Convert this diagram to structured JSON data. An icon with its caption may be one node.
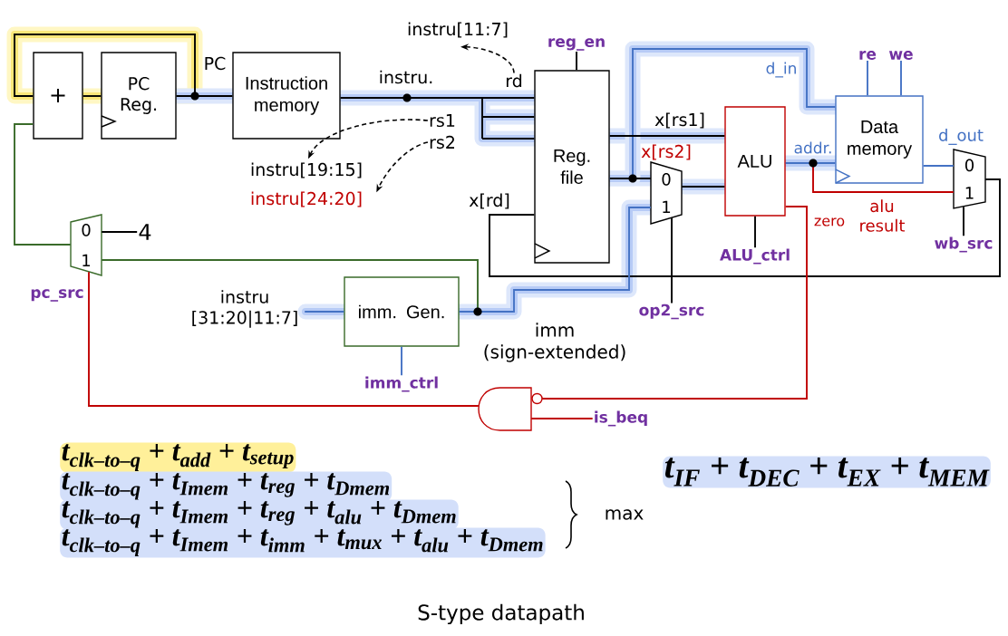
{
  "diagram": {
    "caption": "S-type datapath",
    "nodes": [
      {
        "text": [
          "+"
        ]
      },
      {
        "text": [
          "PC Reg."
        ]
      },
      {
        "text": [
          "Instruction memory"
        ]
      },
      {
        "text": [
          "instru[11:7]"
        ]
      },
      {
        "text": [
          "reg_en"
        ]
      },
      {
        "text": [
          "re"
        ]
      },
      {
        "text": [
          "we"
        ]
      },
      {
        "text": [
          "rd"
        ]
      },
      {
        "text": [
          "rs1"
        ]
      },
      {
        "text": [
          "rs2"
        ]
      },
      {
        "text": [
          "Reg. file"
        ]
      },
      {
        "text": [
          "ALU"
        ]
      },
      {
        "text": [
          "Data memory"
        ]
      },
      {
        "text": [
          "instru[19:15]"
        ]
      },
      {
        "text": [
          "instru[24:20]"
        ]
      },
      {
        "text": [
          "0",
          "1"
        ]
      },
      {
        "text": [
          "0",
          "1"
        ]
      },
      {
        "text": [
          "0",
          "1"
        ],
        "beside": [
          "pc_src"
        ]
      },
      {
        "text": [
          "4"
        ]
      },
      {
        "text": [
          "ALU_ctrl"
        ]
      },
      {
        "text": [
          "wb_src"
        ]
      },
      {
        "text": [
          "instru [31:20|11:7]"
        ]
      },
      {
        "text": [
          "imm. Gen."
        ]
      },
      {
        "text": [
          "op2_src"
        ]
      },
      {
        "text": [
          "imm_ctrl"
        ]
      },
      {
        "text": [],
        "shape": "gate"
      },
      {
        "text": [
          "is_beq"
        ]
      }
    ],
    "edges": [
      {
        "from": 0,
        "to": 1,
        "arrow": "none"
      },
      {
        "from": 1,
        "to": 0,
        "arrow": "none"
      },
      {
        "from": 1,
        "to": 2,
        "arrow": "none",
        "label": "PC"
      },
      {
        "from": 17,
        "to": 0,
        "arrow": "none",
        "color": "#3a6b2a"
      },
      {
        "from": 18,
        "to": 17,
        "arrow": "none"
      },
      {
        "from": 2,
        "to": 10,
        "arrow": "none",
        "label": "instru."
      },
      {
        "from": 7,
        "to": 3,
        "arrow": "to",
        "style": "dashed"
      },
      {
        "from": 8,
        "to": 13,
        "arrow": "to",
        "style": "dashed"
      },
      {
        "from": 9,
        "to": 14,
        "arrow": "to",
        "style": "dashed"
      },
      {
        "from": 4,
        "to": 10,
        "arrow": "none"
      },
      {
        "from": 10,
        "to": 11,
        "arrow": "none",
        "label": "x[rs1]"
      },
      {
        "from": 10,
        "to": 15,
        "arrow": "none",
        "label": "x[rs2]"
      },
      {
        "from": 10,
        "to": 12,
        "arrow": "none",
        "label": "d_in",
        "color": "#4472c4"
      },
      {
        "from": 5,
        "to": 12,
        "arrow": "none",
        "color": "#4472c4"
      },
      {
        "from": 6,
        "to": 12,
        "arrow": "none",
        "color": "#4472c4"
      },
      {
        "from": 15,
        "to": 11,
        "arrow": "none"
      },
      {
        "from": 11,
        "to": 12,
        "arrow": "none",
        "label": "addr.",
        "color": "#4472c4"
      },
      {
        "from": 11,
        "to": 16,
        "arrow": "none",
        "label": "alu result",
        "color": "#c00000"
      },
      {
        "from": 12,
        "to": 16,
        "arrow": "none",
        "label": "d_out",
        "color": "#4472c4"
      },
      {
        "from": 16,
        "to": 10,
        "arrow": "none",
        "label": "x[rd]"
      },
      {
        "from": 19,
        "to": 11,
        "arrow": "none"
      },
      {
        "from": 20,
        "to": 16,
        "arrow": "none"
      },
      {
        "from": 23,
        "to": 15,
        "arrow": "none"
      },
      {
        "from": 21,
        "to": 22,
        "arrow": "none",
        "color": "#4472c4"
      },
      {
        "from": 24,
        "to": 22,
        "arrow": "none",
        "color": "#4472c4"
      },
      {
        "from": 22,
        "to": 15,
        "arrow": "none",
        "label": "imm (sign-extended)",
        "color": "#4472c4"
      },
      {
        "from": 22,
        "to": 17,
        "arrow": "none",
        "color": "#3a6b2a"
      },
      {
        "from": 11,
        "to": 25,
        "arrow": "none",
        "label": "zero",
        "color": "#c00000"
      },
      {
        "from": 26,
        "to": 25,
        "arrow": "none",
        "color": "#c00000"
      },
      {
        "from": 25,
        "to": 17,
        "arrow": "none",
        "color": "#c00000"
      }
    ],
    "labels": [
      "t$_{clk–to–q}$ + t$_{add}$ + t$_{setup}$",
      "t$_{clk–to–q}$ + t$_{Imem}$ + t$_{reg}$ + t$_{Dmem}$",
      "t$_{clk–to–q}$ + t$_{Imem}$ + t$_{reg}$ + t$_{alu}$ + t$_{Dmem}$",
      "t$_{clk–to–q}$ + t$_{Imem}$ + t$_{imm}$ + t$_{mux}$ + t$_{alu}$ + t$_{Dmem}$",
      "max",
      "t$_{IF}$ + t$_{DEC}$ + t$_{EX}$ + t$_{MEM}$"
    ]
  }
}
